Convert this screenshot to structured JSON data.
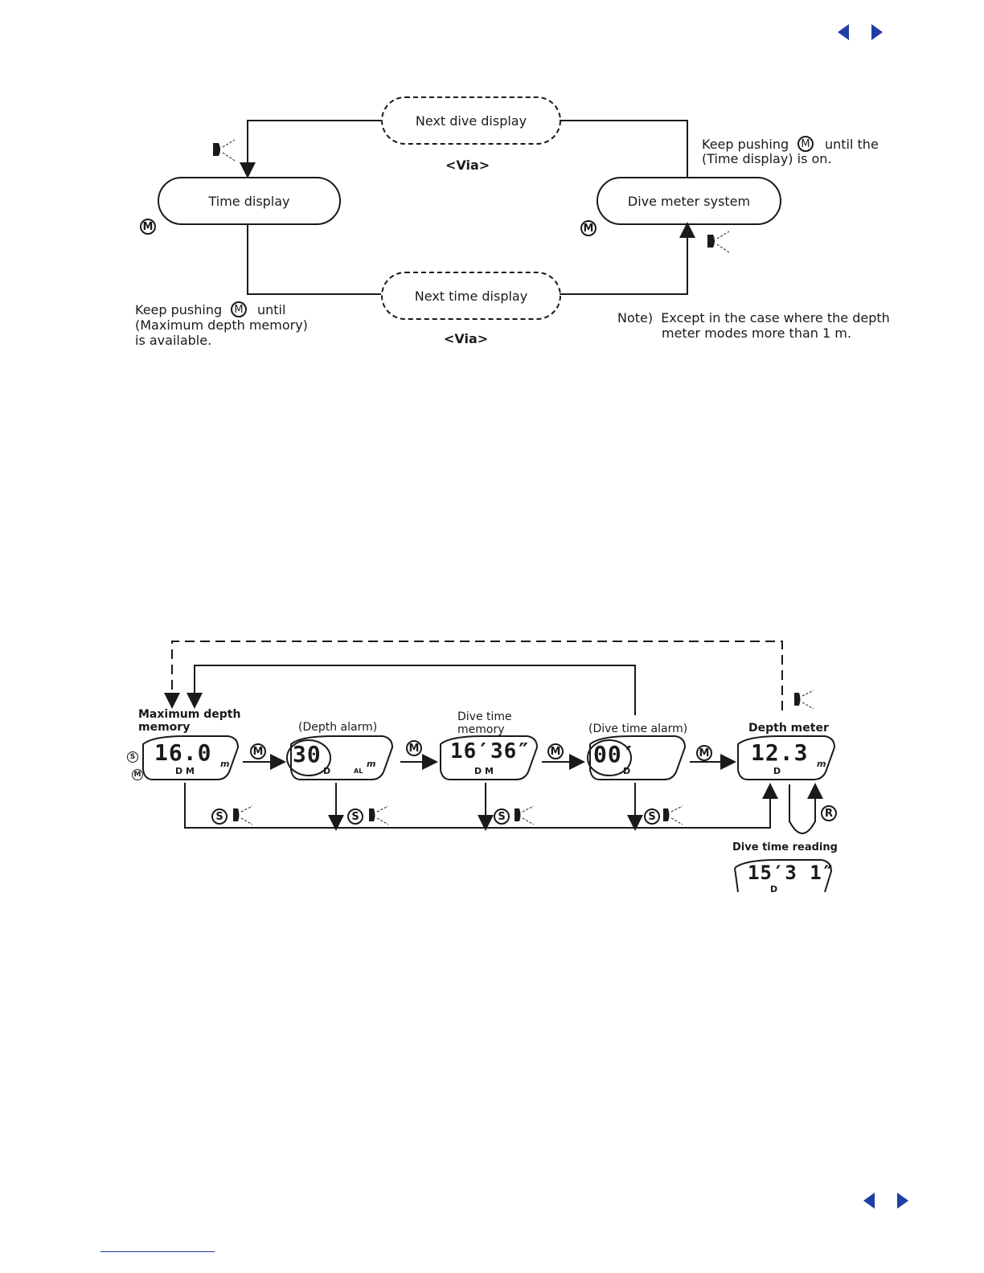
{
  "colors": {
    "nav": "#1f3ea8",
    "ink": "#1a1a1a"
  },
  "nav_top": {
    "prev_icon": "triangle-left-icon",
    "next_icon": "triangle-right-icon"
  },
  "nav_bottom": {
    "prev_icon": "triangle-left-icon",
    "next_icon": "triangle-right-icon"
  },
  "diagram1": {
    "next_dive": "Next dive display",
    "via_top": "<Via>",
    "time_display": "Time display",
    "dive_meter": "Dive meter system",
    "next_time": "Next time display",
    "via_bottom": "<Via>",
    "m_button": "M",
    "right_note_1": "Keep pushing",
    "right_note_2": "until the",
    "right_note_3": "(Time display) is on.",
    "left_note_1": "Keep pushing",
    "left_note_2": "until",
    "left_note_3": "(Maximum depth memory)",
    "left_note_4": "is available.",
    "note_1": "Note)  Except in the case where the depth",
    "note_2": "meter modes more than 1 m."
  },
  "diagram2": {
    "max_depth_1": "Maximum depth",
    "max_depth_2": "memory",
    "depth_alarm": "(Depth alarm)",
    "dive_time_mem_1": "Dive time",
    "dive_time_mem_2": "memory",
    "dive_time_alarm": "(Dive time alarm)",
    "depth_meter": "Depth meter",
    "dive_time_reading": "Dive time reading",
    "btn_m": "M",
    "btn_s": "S",
    "btn_r": "R",
    "lcd1": {
      "value": "16.0",
      "unit": "m",
      "flags": "D  M"
    },
    "lcd2": {
      "value": "30",
      "unit": "m",
      "flags": "D",
      "al": "AL"
    },
    "lcd3": {
      "value": "16′36″",
      "flags": "D  M"
    },
    "lcd4": {
      "value": "00′",
      "flags": "D"
    },
    "lcd5": {
      "value": "12.3",
      "unit": "m",
      "flags": "D"
    },
    "lcd6": {
      "value": "15′3 1″",
      "flags": "D"
    }
  }
}
